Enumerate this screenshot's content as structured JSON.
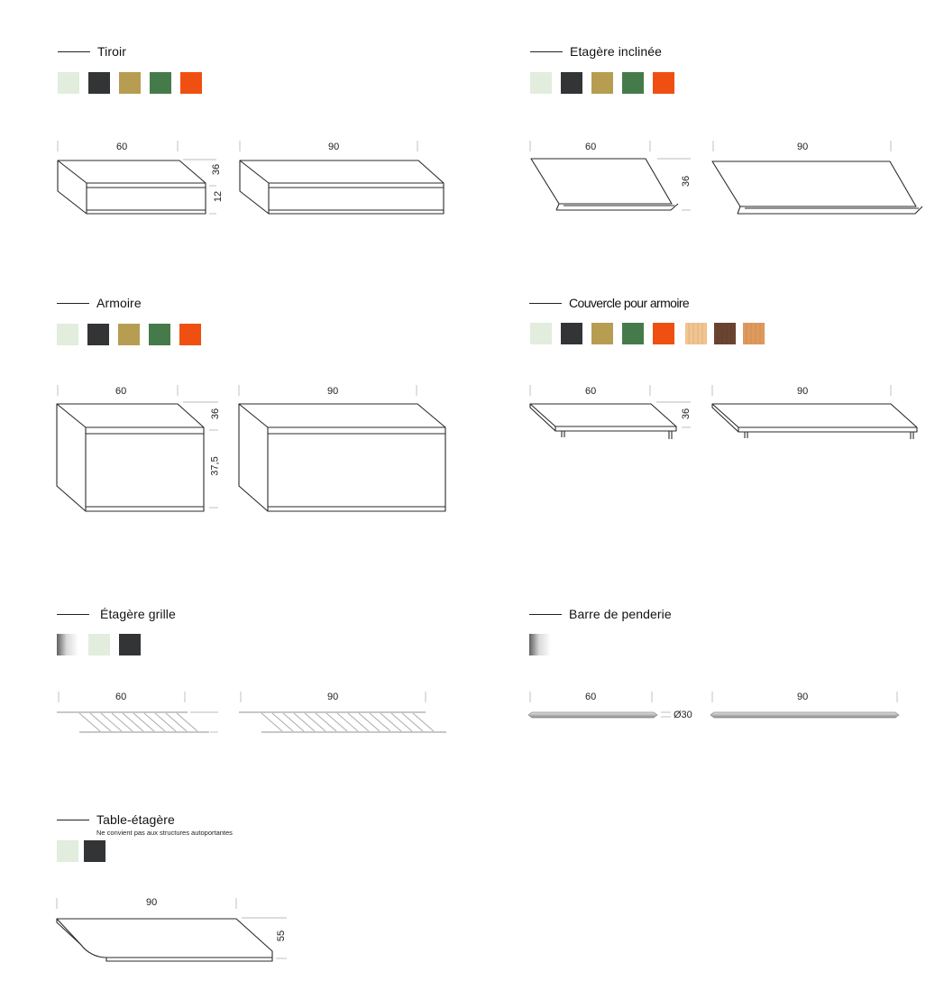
{
  "sections": {
    "tiroir": {
      "title": "Tiroir",
      "swatches": [
        "#e2eddd",
        "#323435",
        "#b79d51",
        "#457b4b",
        "#ef5011"
      ],
      "width_a": "60",
      "width_b": "90",
      "height_top": "36",
      "height_bottom": "12"
    },
    "etagere_inclinee": {
      "title": "Etagère inclinée",
      "swatches": [
        "#e2eddd",
        "#323435",
        "#b79d51",
        "#457b4b",
        "#ef5011"
      ],
      "width_a": "60",
      "width_b": "90",
      "height": "36"
    },
    "armoire": {
      "title": "Armoire",
      "swatches": [
        "#e2eddd",
        "#323435",
        "#b79d51",
        "#457b4b",
        "#ef5011"
      ],
      "width_a": "60",
      "width_b": "90",
      "height_top": "36",
      "height_bottom": "37,5"
    },
    "couvercle": {
      "title": "Couvercle pour armoire",
      "swatches": [
        "#e2eddd",
        "#323435",
        "#b79d51",
        "#457b4b",
        "#ef5011",
        "#f2c490",
        "#6b4431",
        "#df9a5c"
      ],
      "width_a": "60",
      "width_b": "90",
      "height": "36"
    },
    "etagere_grille": {
      "title": "Étagère grille",
      "swatches": [
        "chrome",
        "#e2eddd",
        "#323435"
      ],
      "width_a": "60",
      "width_b": "90"
    },
    "barre": {
      "title": "Barre de penderie",
      "swatches": [
        "chrome"
      ],
      "width_a": "60",
      "width_b": "90",
      "diameter": "Ø30"
    },
    "table": {
      "title": "Table-étagère",
      "note": "Ne convient pas aux structures autoportantes",
      "swatches": [
        "#e2eddd",
        "#323435"
      ],
      "width": "90",
      "depth": "55"
    }
  }
}
